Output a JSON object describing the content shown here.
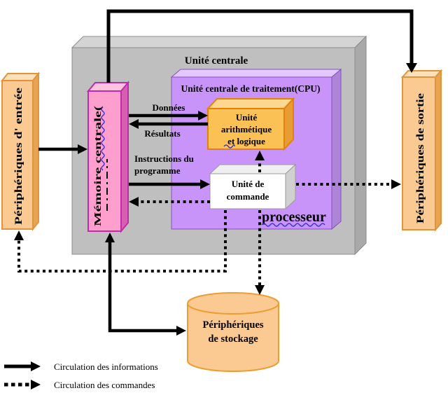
{
  "labels": {
    "unite_centrale": "Unité centrale",
    "cpu_title": "Unité centrale de traitement(CPU)",
    "processeur": "processeur",
    "memoire": "Mémoire centrale(",
    "alu1": "Unité",
    "alu2": "arithmétique",
    "alu3": "et logique",
    "cmd1": "Unité de",
    "cmd2": "commande",
    "donnees": "Données",
    "resultats": "Résultats",
    "instructions1": "Instructions du",
    "instructions2": "programme",
    "input_periph": "Périphériques d' entrée",
    "output_periph": "Périphériques de sortie",
    "storage1": "Périphériques",
    "storage2": "de stockage",
    "legend_info": "Circulation des informations",
    "legend_cmd": "Circulation des commandes"
  },
  "colors": {
    "gray_front": "#BFBFBF",
    "gray_top": "#D4D4D4",
    "gray_side": "#A9A9A9",
    "purple_front": "#C994FA",
    "purple_top": "#E3C8FE",
    "purple_side": "#AD85D6",
    "pink_front": "#FF9FCD",
    "pink_top": "#FFC2DF",
    "pink_side": "#D65FB0",
    "orange_front": "#FCC155",
    "orange_top": "#FDD78F",
    "orange_side": "#E69D33",
    "white_front": "#FFFFFF",
    "white_top": "#EFEFEF",
    "white_side": "#D0D0D0",
    "peripheral_fill": "#FBCA92",
    "peripheral_top": "#FDE0B8",
    "peripheral_side": "#E8A453",
    "arrow": "#000000",
    "squiggle": "#2A2AD4"
  }
}
